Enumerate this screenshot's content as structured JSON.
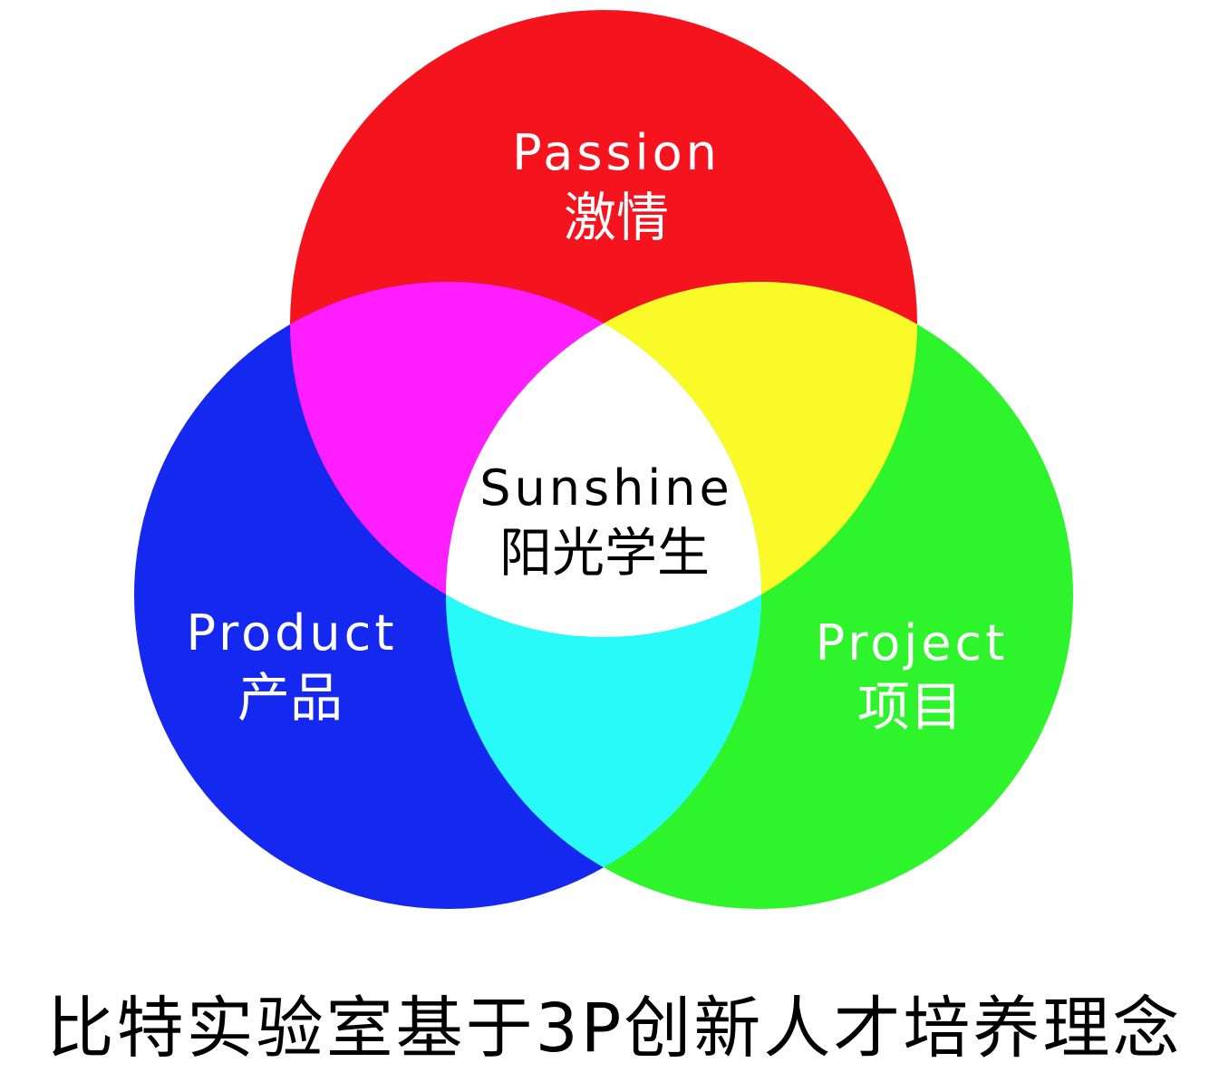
{
  "diagram": {
    "circles": [
      {
        "id": "passion",
        "color": "#f5141e",
        "label_en": "Passion",
        "label_zh": "激情"
      },
      {
        "id": "product",
        "color": "#1428f0",
        "label_en": "Product",
        "label_zh": "产品"
      },
      {
        "id": "project",
        "color": "#2ef52b",
        "label_en": "Project",
        "label_zh": "项目"
      }
    ],
    "overlaps": {
      "passion_product": "#ff1eff",
      "passion_project": "#fafa28",
      "product_project": "#28fafa",
      "center": "#ffffff"
    },
    "center": {
      "label_en": "Sunshine",
      "label_zh": "阳光学生"
    }
  },
  "caption": "比特实验室基于3P创新人才培养理念"
}
